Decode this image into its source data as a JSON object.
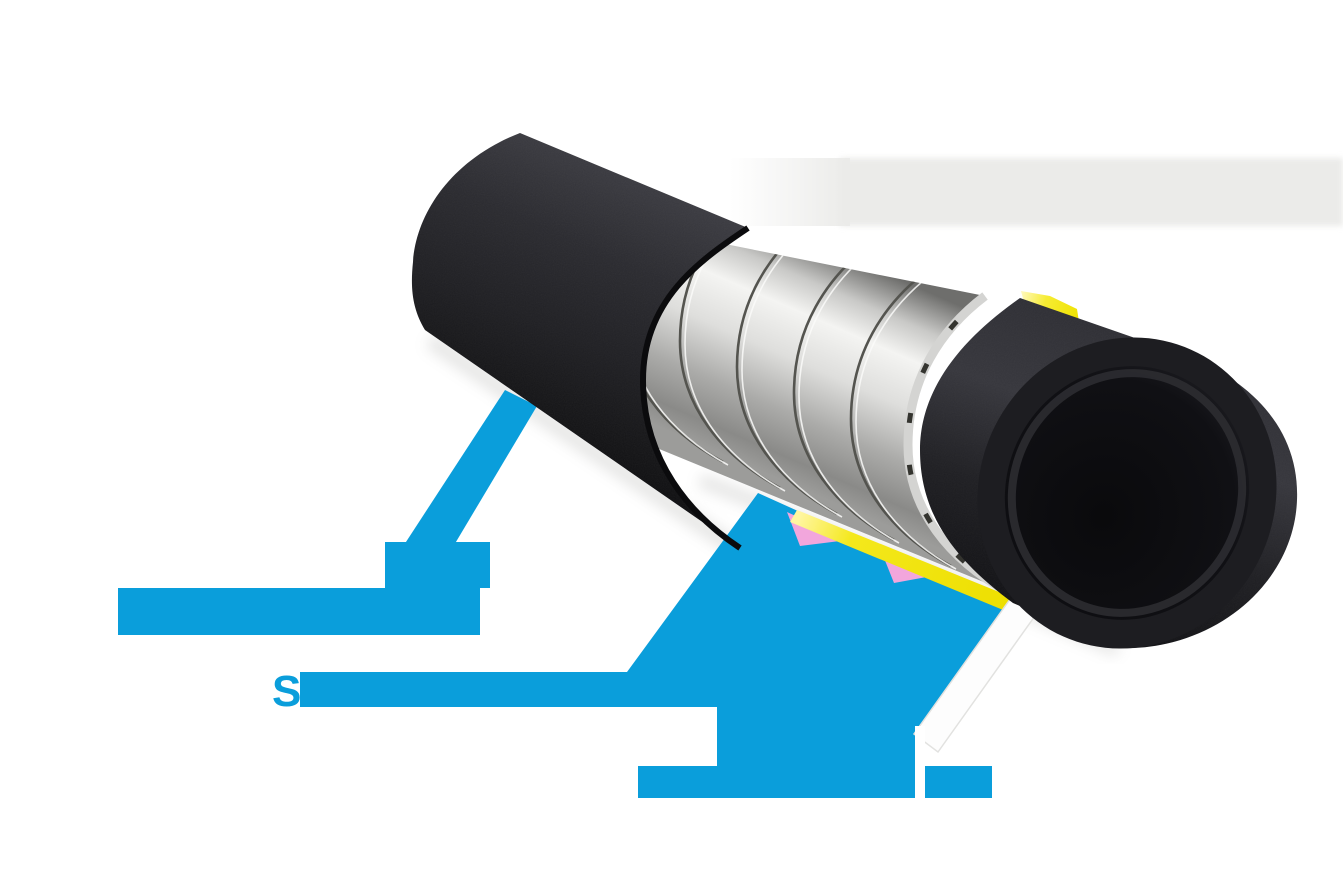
{
  "colors": {
    "accent_blue": "#0A9EDB",
    "pink": "#F2A6DC",
    "yellow": "#EFE300",
    "yellow_highlight": "#FFF6A0",
    "silver_ring": "#D4D4D2",
    "background_band": "#EBEBE9",
    "white_band": "#FDFDFD",
    "white_band_edge": "#E2E2E0"
  },
  "labels": {
    "label_left": {
      "text": ""
    },
    "label_middle": {
      "text": "S"
    },
    "label_bottom": {
      "text": ""
    }
  },
  "figure": {
    "kind": "pipe-cutaway-illustration",
    "visible_parts": [
      "black-outer-jacket",
      "spiral-steel-wrap",
      "yellow-layer-sliver",
      "pink-layer-sliver",
      "inner-pipe-open-bore"
    ],
    "callouts": [
      "left-elbow-line",
      "center-wedge-arrow",
      "white-diagonal-band"
    ]
  }
}
